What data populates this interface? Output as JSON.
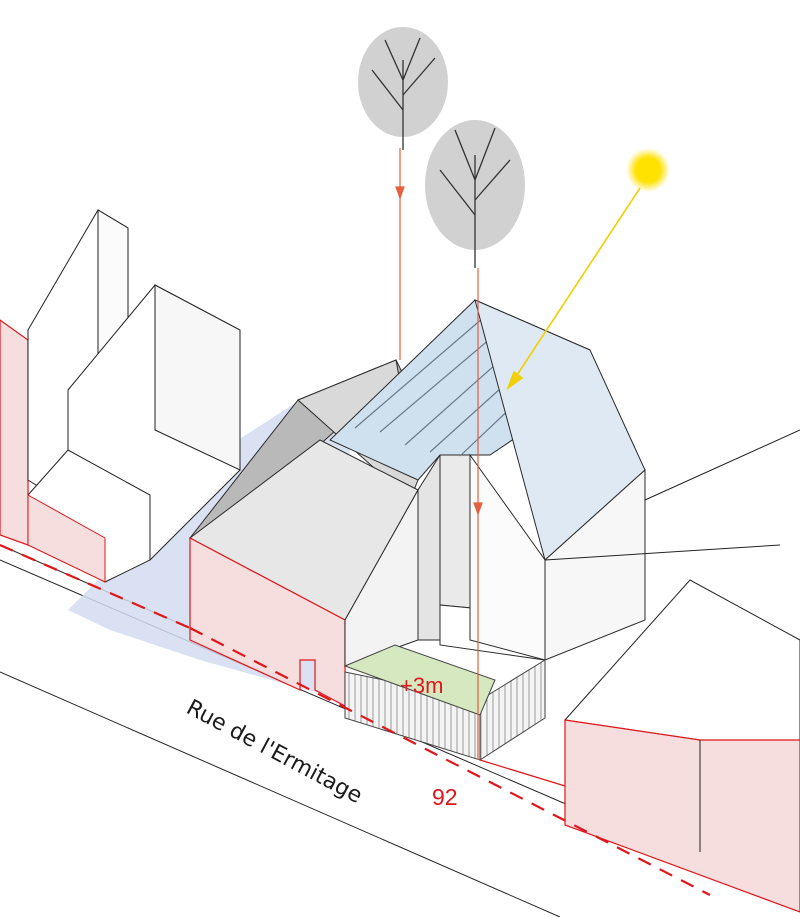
{
  "diagram": {
    "street_name": "Rue de l'Ermitage",
    "street_number": "92",
    "setback_annotation": "+3m",
    "icons": [
      "tree-icon",
      "tree-icon",
      "sun-icon"
    ],
    "colors": {
      "property_line": "#e0161b",
      "neighbour_fill": "#f6dede",
      "shadow": "#d3dcf0",
      "roof_glass": "#cfe0ef",
      "setback_green": "#d5e8bf",
      "sun": "#ffe200",
      "sun_ray": "#f0d000",
      "guide_line": "#e4603e"
    }
  }
}
